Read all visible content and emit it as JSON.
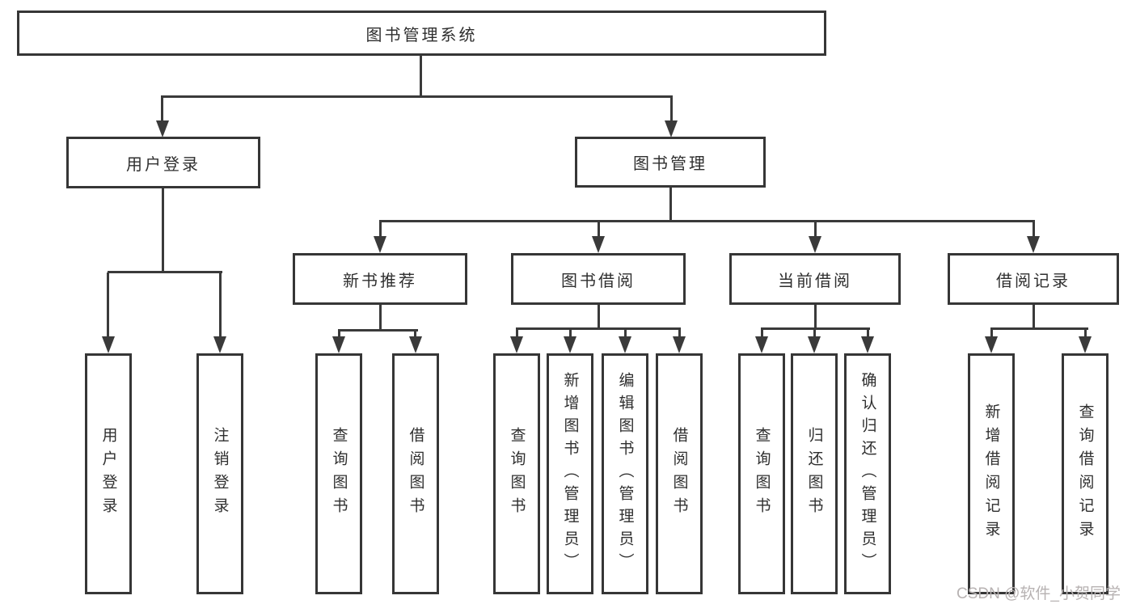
{
  "nodes": {
    "root": "图书管理系统",
    "user_login": "用户登录",
    "book_mgmt": "图书管理",
    "new_books": "新书推荐",
    "book_borrow": "图书借阅",
    "current_borrow": "当前借阅",
    "borrow_records": "借阅记录",
    "ul_login": "用户登录",
    "ul_logout": "注销登录",
    "nb_query": "查询图书",
    "nb_borrow": "借阅图书",
    "bb_query": "查询图书",
    "bb_add": "新增图书（管理员）",
    "bb_edit": "编辑图书（管理员）",
    "bb_borrow": "借阅图书",
    "cb_query": "查询图书",
    "cb_return": "归还图书",
    "cb_confirm": "确认归还（管理员）",
    "br_add": "新增借阅记录",
    "br_query": "查询借阅记录"
  },
  "watermark": "CSDN @软件_小贺同学",
  "colors": {
    "line": "#3a3a3a",
    "border": "#363636",
    "text": "#2f2f2f",
    "watermark": "#b7b2b2"
  }
}
